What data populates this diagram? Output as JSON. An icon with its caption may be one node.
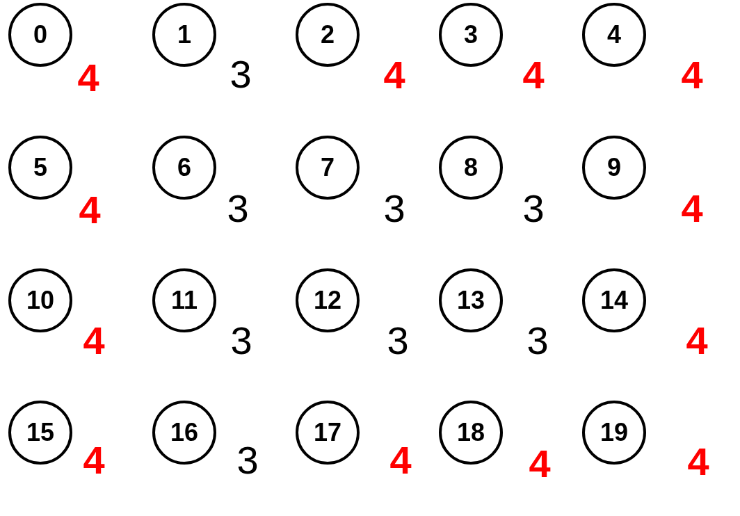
{
  "diagram": {
    "nodes": [
      {
        "text": [
          "0"
        ],
        "beside": [
          "**4**"
        ]
      },
      {
        "text": [
          "1"
        ],
        "beside": [
          "3"
        ]
      },
      {
        "text": [
          "2"
        ],
        "beside": [
          "**4**"
        ]
      },
      {
        "text": [
          "3"
        ],
        "beside": [
          "**4**"
        ]
      },
      {
        "text": [
          "4"
        ],
        "beside": [
          "**4**"
        ]
      },
      {
        "text": [
          "5"
        ],
        "beside": [
          "**4**"
        ]
      },
      {
        "text": [
          "6"
        ],
        "beside": [
          "3"
        ]
      },
      {
        "text": [
          "7"
        ],
        "beside": [
          "3"
        ]
      },
      {
        "text": [
          "8"
        ],
        "beside": [
          "3"
        ]
      },
      {
        "text": [
          "9"
        ],
        "beside": [
          "**4**"
        ]
      },
      {
        "text": [
          "10"
        ],
        "beside": [
          "**4**"
        ]
      },
      {
        "text": [
          "11"
        ],
        "beside": [
          "3"
        ]
      },
      {
        "text": [
          "12"
        ],
        "beside": [
          "3"
        ]
      },
      {
        "text": [
          "13"
        ],
        "beside": [
          "3"
        ]
      },
      {
        "text": [
          "14"
        ],
        "beside": [
          "**4**"
        ]
      },
      {
        "text": [
          "15"
        ],
        "beside": [
          "**4**"
        ]
      },
      {
        "text": [
          "16"
        ],
        "beside": [
          "3"
        ]
      },
      {
        "text": [
          "17"
        ],
        "beside": [
          "**4**"
        ]
      },
      {
        "text": [
          "18"
        ],
        "beside": [
          "**4**"
        ]
      },
      {
        "text": [
          "19"
        ],
        "beside": [
          "**4**"
        ]
      }
    ]
  }
}
